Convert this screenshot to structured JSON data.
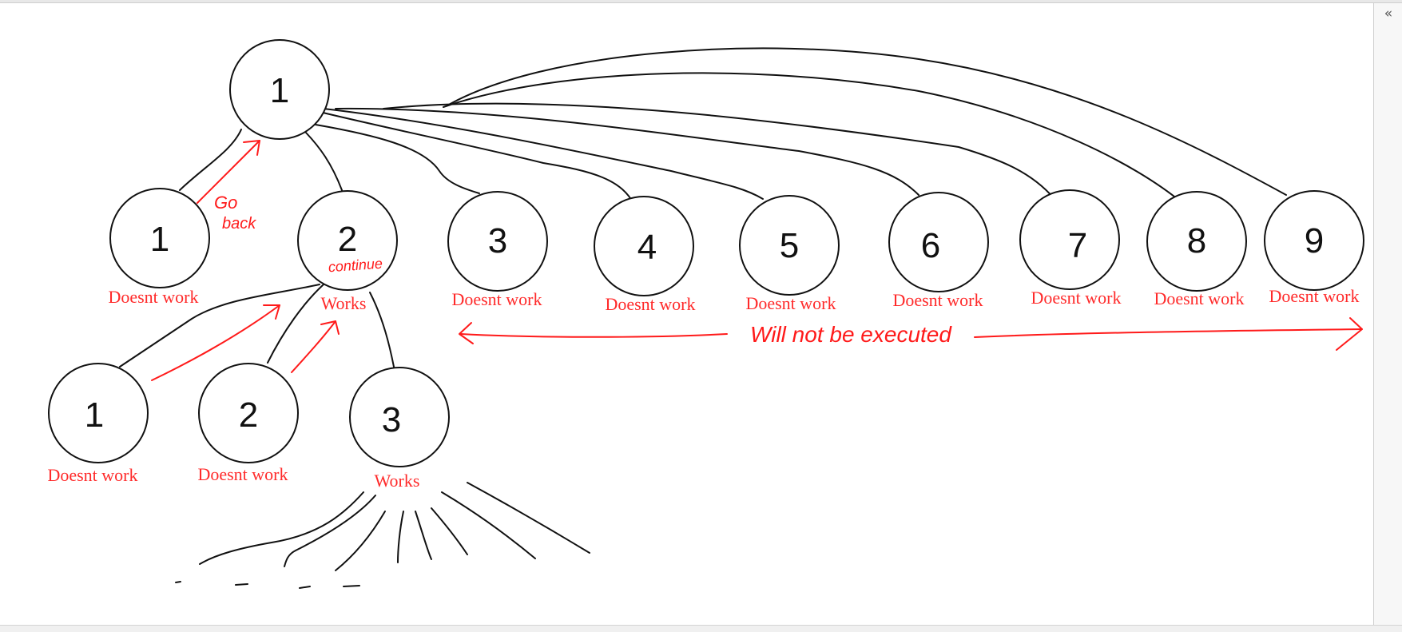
{
  "panel": {
    "collapse_glyph": "«"
  },
  "diagram": {
    "root": {
      "num": "1"
    },
    "level1": [
      {
        "num": "1",
        "status": "Doesnt work"
      },
      {
        "num": "2",
        "status": "Works",
        "note": "continue"
      },
      {
        "num": "3",
        "status": "Doesnt work"
      },
      {
        "num": "4",
        "status": "Doesnt work"
      },
      {
        "num": "5",
        "status": "Doesnt work"
      },
      {
        "num": "6",
        "status": "Doesnt work"
      },
      {
        "num": "7",
        "status": "Doesnt work"
      },
      {
        "num": "8",
        "status": "Doesnt work"
      },
      {
        "num": "9",
        "status": "Doesnt work"
      }
    ],
    "level2": [
      {
        "num": "1",
        "status": "Doesnt work"
      },
      {
        "num": "2",
        "status": "Doesnt work"
      },
      {
        "num": "3",
        "status": "Works"
      }
    ],
    "go_back_line1": "Go",
    "go_back_line2": "back",
    "range_note": "Will not be executed"
  }
}
